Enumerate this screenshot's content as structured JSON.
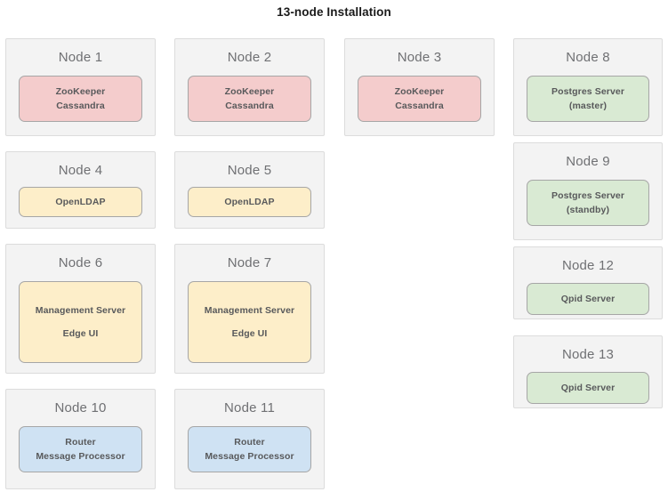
{
  "title": "13-node Installation",
  "nodes": [
    {
      "label": "Node 1",
      "color_key": "red",
      "color": "#f4cccc",
      "services": [
        "ZooKeeper",
        "Cassandra"
      ]
    },
    {
      "label": "Node 2",
      "color_key": "red",
      "color": "#f4cccc",
      "services": [
        "ZooKeeper",
        "Cassandra"
      ]
    },
    {
      "label": "Node 3",
      "color_key": "red",
      "color": "#f4cccc",
      "services": [
        "ZooKeeper",
        "Cassandra"
      ]
    },
    {
      "label": "Node 8",
      "color_key": "green",
      "color": "#d9ead3",
      "services": [
        "Postgres Server",
        "(master)"
      ]
    },
    {
      "label": "Node 4",
      "color_key": "yellow",
      "color": "#fdeec9",
      "services": [
        "OpenLDAP"
      ]
    },
    {
      "label": "Node 5",
      "color_key": "yellow",
      "color": "#fdeec9",
      "services": [
        "OpenLDAP"
      ]
    },
    {
      "label": "Node 9",
      "color_key": "green",
      "color": "#d9ead3",
      "services": [
        "Postgres Server",
        "(standby)"
      ]
    },
    {
      "label": "Node 6",
      "color_key": "yellow",
      "color": "#fdeec9",
      "services": [
        "Management Server",
        "Edge UI"
      ]
    },
    {
      "label": "Node 7",
      "color_key": "yellow",
      "color": "#fdeec9",
      "services": [
        "Management Server",
        "Edge UI"
      ]
    },
    {
      "label": "Node 12",
      "color_key": "green",
      "color": "#d9ead3",
      "services": [
        "Qpid Server"
      ]
    },
    {
      "label": "Node 13",
      "color_key": "green",
      "color": "#d9ead3",
      "services": [
        "Qpid Server"
      ]
    },
    {
      "label": "Node 10",
      "color_key": "blue",
      "color": "#cfe2f3",
      "services": [
        "Router",
        "Message Processor"
      ]
    },
    {
      "label": "Node 11",
      "color_key": "blue",
      "color": "#cfe2f3",
      "services": [
        "Router",
        "Message Processor"
      ]
    }
  ]
}
